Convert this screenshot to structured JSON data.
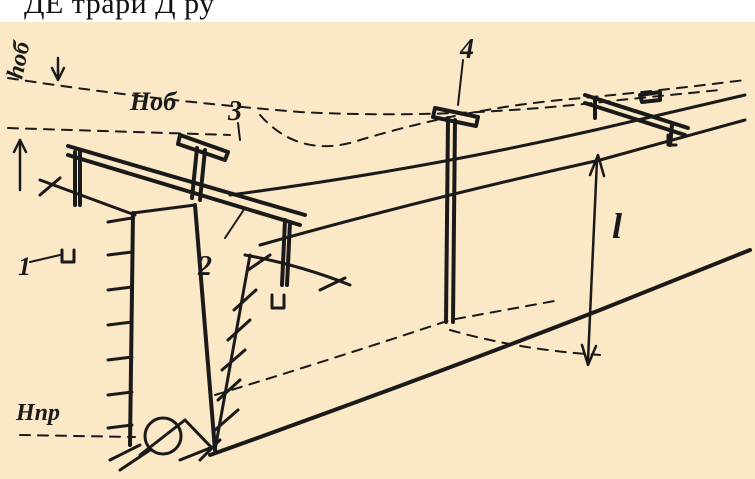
{
  "header": {
    "text": "ДЕ трари Д ру"
  },
  "labels": {
    "h_ob": "hоб",
    "H_ob": "Ноб",
    "l": "l",
    "H_pr": "Нпр",
    "n1": "1",
    "n2": "2",
    "n3": "3",
    "n4": "4"
  },
  "colors": {
    "paper": "#fbe8c6",
    "ink": "#1a1a1a"
  }
}
